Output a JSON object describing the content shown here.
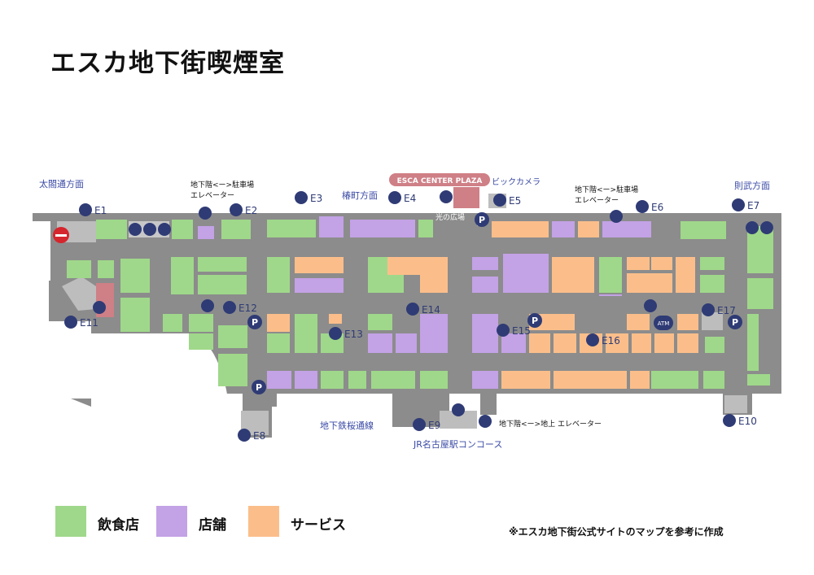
{
  "title": "エスカ地下街喫煙室",
  "colors": {
    "dining": "#9fd88a",
    "shop": "#c3a2e6",
    "service": "#fbbe8a",
    "corridor": "#8c8c8c",
    "corridor_light": "#b9b9b9",
    "icon_blue": "#2f3b75",
    "label_blue": "#3a4aa5",
    "plaza_pink": "#cf7f86",
    "smoking_red": "#d5252d"
  },
  "directions": {
    "taiko": "太閤通方面",
    "tsubaki": "椿町方面",
    "noritake": "則武方面",
    "sakuradori": "地下鉄桜通線",
    "jr": "JR名古屋駅コンコース"
  },
  "places": {
    "center_plaza": "ESCA CENTER PLAZA",
    "bic_camera": "ビックカメラ",
    "hikari": "光の広場"
  },
  "elevator_notes": {
    "left_line1": "地下階<ー>駐車場",
    "left_line2": "エレベーター",
    "right_line1": "地下階<ー>駐車場",
    "right_line2": "エレベーター",
    "bottom": "地下階<ー>地上 エレベーター"
  },
  "exits": [
    "E1",
    "E2",
    "E3",
    "E4",
    "E5",
    "E6",
    "E7",
    "E8",
    "E9",
    "E10",
    "E11",
    "E12",
    "E13",
    "E14",
    "E15",
    "E16",
    "E17"
  ],
  "atm": "ATM",
  "parking": "P",
  "legend": [
    {
      "label": "飲食店",
      "color": "#9fd88a"
    },
    {
      "label": "店舗",
      "color": "#c3a2e6"
    },
    {
      "label": "サービス",
      "color": "#fbbe8a"
    }
  ],
  "note": "※エスカ地下街公式サイトのマップを参考に作成"
}
